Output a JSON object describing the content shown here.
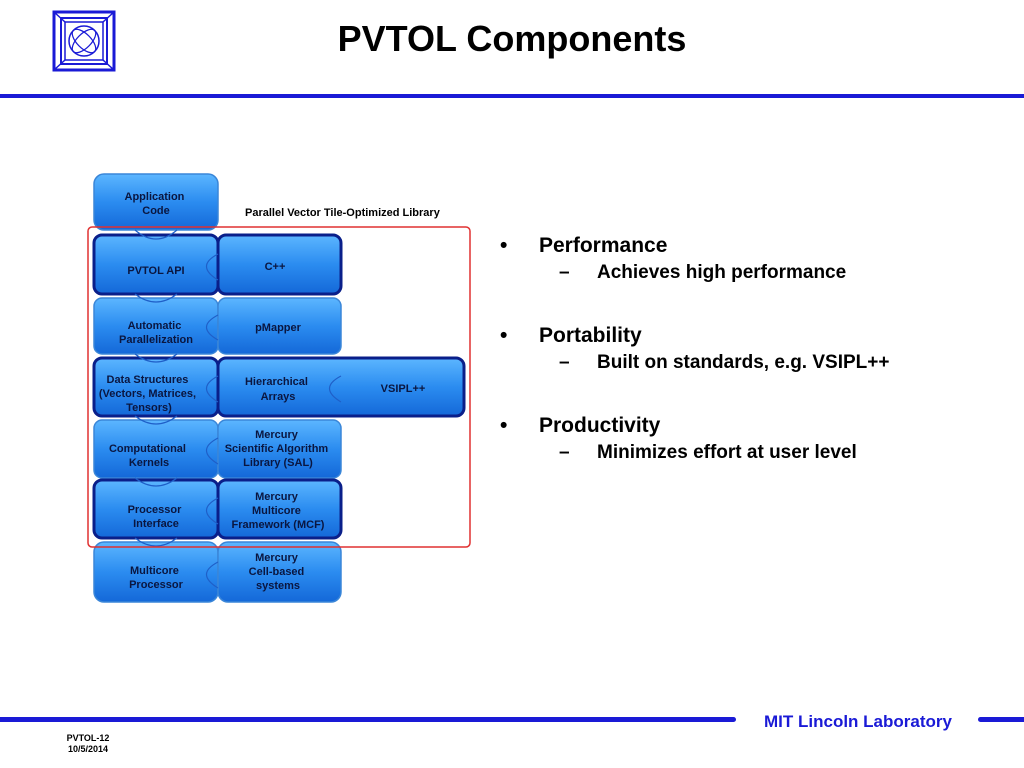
{
  "title": "PVTOL Components",
  "logo": {
    "icon": "mit-ll-logo-icon",
    "color": "#1a1ad6"
  },
  "colors": {
    "accent": "#1a1ad6",
    "block_fill": "#2e8ff2",
    "block_outline_dark": "#0a1f8a",
    "library_frame": "#e03030"
  },
  "diagram": {
    "library_caption": "Parallel Vector Tile-Optimized Library",
    "blocks": {
      "application_code": [
        "Application",
        "Code"
      ],
      "pvtol_api": [
        "PVTOL API"
      ],
      "cpp": [
        "C++"
      ],
      "automatic_parallelization": [
        "Automatic",
        "Parallelization"
      ],
      "pmapper": [
        "pMapper"
      ],
      "data_structures": [
        "Data Structures",
        "(Vectors, Matrices,",
        "Tensors)"
      ],
      "hierarchical_arrays": [
        "Hierarchical",
        "Arrays"
      ],
      "vsipl": [
        "VSIPL++"
      ],
      "computational_kernels": [
        "Computational",
        "Kernels"
      ],
      "mercury_sal": [
        "Mercury",
        "Scientific Algorithm",
        "Library (SAL)"
      ],
      "processor_interface": [
        "Processor",
        "Interface"
      ],
      "mercury_mcf": [
        "Mercury",
        "Multicore",
        "Framework (MCF)"
      ],
      "multicore_processor": [
        "Multicore",
        "Processor"
      ],
      "mercury_cell": [
        "Mercury",
        "Cell-based",
        "systems"
      ]
    }
  },
  "bullets": [
    {
      "label": "Performance",
      "sub": "Achieves high performance"
    },
    {
      "label": "Portability",
      "sub": "Built on standards, e.g. VSIPL++"
    },
    {
      "label": "Productivity",
      "sub": "Minimizes effort at user level"
    }
  ],
  "bullet_marker": "•",
  "sub_marker": "–",
  "footer": {
    "slide_id": "PVTOL-12",
    "date": "10/5/2014",
    "organization": "MIT Lincoln Laboratory"
  }
}
